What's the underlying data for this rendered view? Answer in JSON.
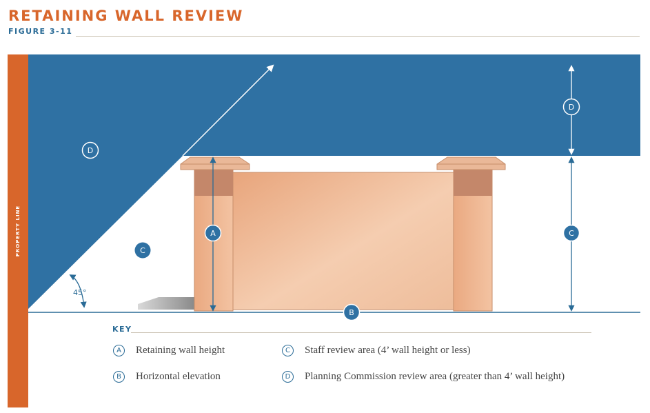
{
  "header": {
    "title": "RETAINING WALL REVIEW",
    "subtitle": "FIGURE 3-11"
  },
  "sidebar": {
    "label": "PROPERTY LINE"
  },
  "diagram": {
    "angle_label": "45°",
    "markers": {
      "a": "A",
      "b": "B",
      "c": "C",
      "d": "D"
    },
    "colors": {
      "blue": "#2f71a3",
      "orange": "#d8662b",
      "wall": "#ecb28a"
    }
  },
  "key": {
    "label": "KEY",
    "items": [
      {
        "letter": "A",
        "text": "Retaining wall height"
      },
      {
        "letter": "B",
        "text": "Horizontal elevation"
      },
      {
        "letter": "C",
        "text": "Staff review area (4’ wall height or less)"
      },
      {
        "letter": "D",
        "text": "Planning Commission review area (greater than 4’ wall height)"
      }
    ]
  }
}
